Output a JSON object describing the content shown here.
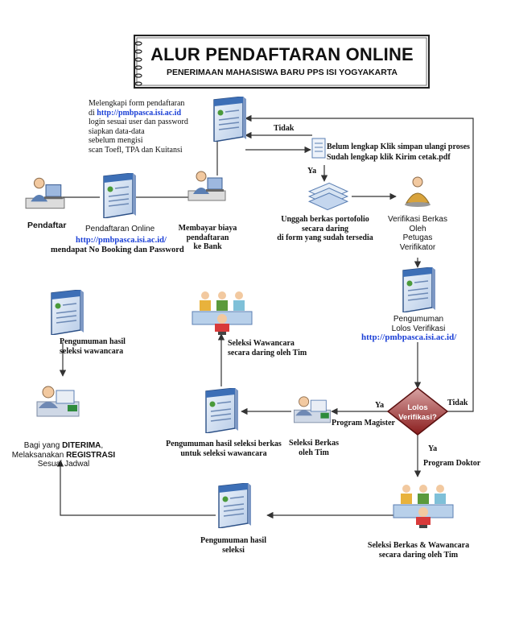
{
  "header": {
    "title": "ALUR PENDAFTARAN ONLINE",
    "subtitle": "PENERIMAAN MAHASISWA BARU PPS ISI YOGYAKARTA"
  },
  "nodes": {
    "pendaftar": "Pendaftar",
    "pendaftaran_online": "Pendaftaran Online",
    "pendaftaran_url": "http://pmbpasca.isi.ac.id/",
    "pendaftaran_note": "mendapat No Booking dan Password",
    "form_line1": "Melengkapi form pendaftaran",
    "form_line2_prefix": "di",
    "form_line2_url": "http://pmbpasca.isi.ac.id",
    "form_line3": "login sesuai user dan password",
    "form_line4": "siapkan data-data",
    "form_line5": "sebelum mengisi",
    "form_line6": "scan Toefl, TPA dan Kuitansi",
    "bayar_line1": "Membayar biaya",
    "bayar_line2": "pendaftaran",
    "bayar_line3": "ke Bank",
    "tidak_top": "Tidak",
    "belum_lengkap": "Belum lengkap Klik simpan ulangi proses",
    "sudah_lengkap": "Sudah lengkap klik Kirim  cetak.pdf",
    "ya_unggah": "Ya",
    "unggah_line1": "Unggah berkas portofolio",
    "unggah_line2": "secara daring",
    "unggah_line3": "di form yang sudah tersedia",
    "verif_line1": "Verifikasi Berkas",
    "verif_line2": "Oleh",
    "verif_line3": "Petugas",
    "verif_line4": "Verifikator",
    "peng_lolos_line1": "Pengumuman",
    "peng_lolos_line2": "Lolos Verifikasi",
    "peng_lolos_url": "http://pmbpasca.isi.ac.id/",
    "decision_line1": "Lolos",
    "decision_line2": "Verifikasi?",
    "ya_left": "Ya",
    "tidak_right": "Tidak",
    "program_magister": "Program Magister",
    "ya_down": "Ya",
    "program_doktor": "Program Doktor",
    "seleksi_berkas_line1": "Seleksi Berkas",
    "seleksi_berkas_line2": "oleh Tim",
    "peng_berkas_line1": "Pengumuman hasil seleksi berkas",
    "peng_berkas_line2": "untuk seleksi wawancara",
    "seleksi_wawancara_line1": "Seleksi Wawancara",
    "seleksi_wawancara_line2": "secara daring oleh Tim",
    "peng_wawancara_line1": "Pengumuman hasil",
    "peng_wawancara_line2": "seleksi wawancara",
    "diterima_prefix": "Bagi yang",
    "diterima_bold": "DITERIMA",
    "registrasi_prefix": "Melaksanakan",
    "registrasi_bold": "REGISTRASI",
    "sesuai_jadwal": "Sesuai Jadwal",
    "seleksi_doktor_line1": "Seleksi  Berkas & Wawancara",
    "seleksi_doktor_line2": "secara daring oleh Tim",
    "peng_seleksi_line1": "Pengumuman hasil",
    "peng_seleksi_line2": "seleksi"
  },
  "colors": {
    "line": "#333333",
    "screen_blue": "#3d6fb6",
    "url_blue": "#1a3fd6",
    "decision_red": "#8a1c1c"
  }
}
